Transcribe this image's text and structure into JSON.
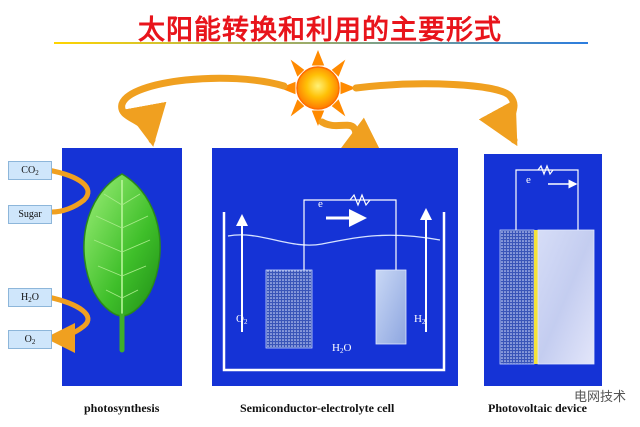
{
  "title": "太阳能转换和利用的主要形式",
  "left_labels": {
    "co2": {
      "base": "CO",
      "sub": "2"
    },
    "sugar": "Sugar",
    "h2o": {
      "base": "H",
      "sub": "2",
      "tail": "O"
    },
    "o2": {
      "base": "O",
      "sub": "2"
    }
  },
  "panels": {
    "photosynthesis": {
      "caption": "photosynthesis"
    },
    "cell": {
      "caption": "Semiconductor-electrolyte cell",
      "electron": "e",
      "o2": {
        "base": "O",
        "sub": "2"
      },
      "h2": {
        "base": "H",
        "sub": "2"
      },
      "water": {
        "base": "H",
        "sub": "2",
        "tail": "O"
      }
    },
    "photovoltaic": {
      "caption": "Photovoltaic device",
      "electron": "e"
    }
  },
  "watermark": "电网技术",
  "colors": {
    "title": "#e8141b",
    "panel": "#1533d6",
    "sun": "#ff8a00",
    "arrow": "#f0a020",
    "leaf": "#4ecb3a"
  }
}
